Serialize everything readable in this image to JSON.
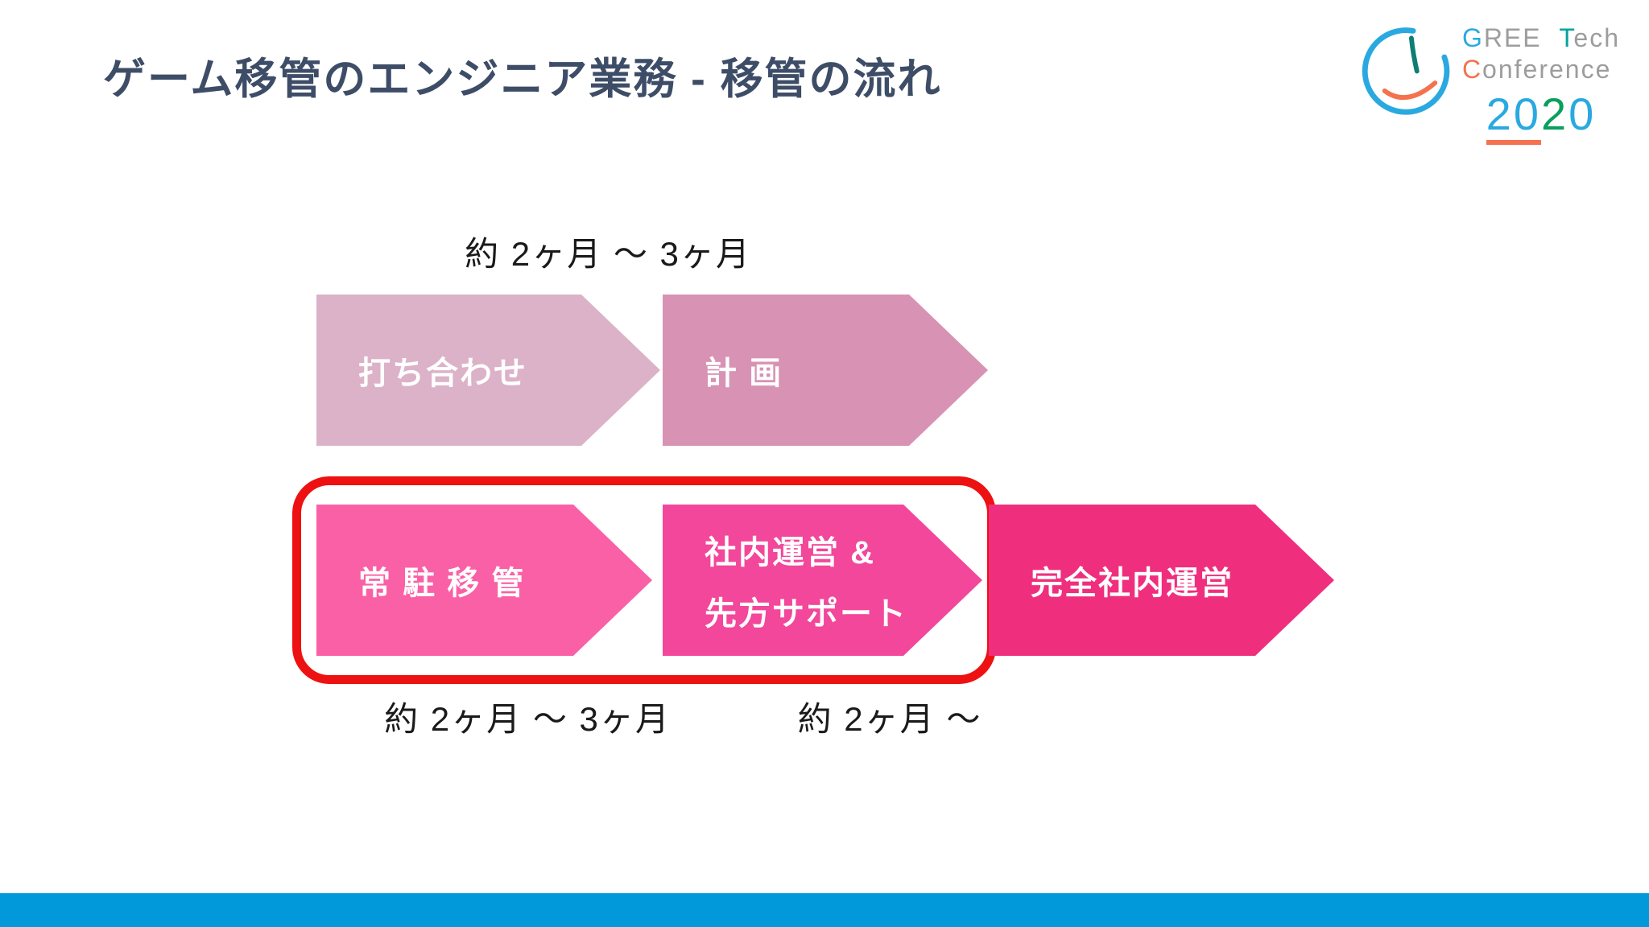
{
  "slide": {
    "title": "ゲーム移管のエンジニア業務 - 移管の流れ",
    "title_color": "#3e4d67",
    "footer_bar_color": "#0199da"
  },
  "logo": {
    "name": "GREE Tech Conference 2020",
    "line1": {
      "g": "G",
      "ree": "REE",
      "t": "T",
      "ech": "ech"
    },
    "line2": {
      "c": "C",
      "rest": "onference"
    },
    "year": {
      "d1": "2",
      "d2": "0",
      "d3": "2",
      "d4": "0"
    },
    "colors": {
      "blue": "#2aa9e0",
      "teal": "#00a39b",
      "green": "#0aa05c",
      "orange": "#f4724d",
      "gray": "#9d9d9d"
    }
  },
  "flow": {
    "phase1_duration": "約 2ヶ月 ～ 3ヶ月",
    "row1": [
      {
        "label": "打ち合わせ",
        "color": "#dcb2c8"
      },
      {
        "label": "計 画",
        "color": "#d892b4"
      }
    ],
    "row2": [
      {
        "label": "常 駐 移 管",
        "color": "#fa60a5"
      },
      {
        "label_line1": "社内運営 &",
        "label_line2": "先方サポート",
        "color": "#f2479a"
      },
      {
        "label": "完全社内運営",
        "color": "#ef2f7e"
      }
    ],
    "row2_durations": [
      "約 2ヶ月 ～ 3ヶ月",
      "約 2ヶ月 ～"
    ],
    "highlight_border_color": "#ee1111"
  }
}
